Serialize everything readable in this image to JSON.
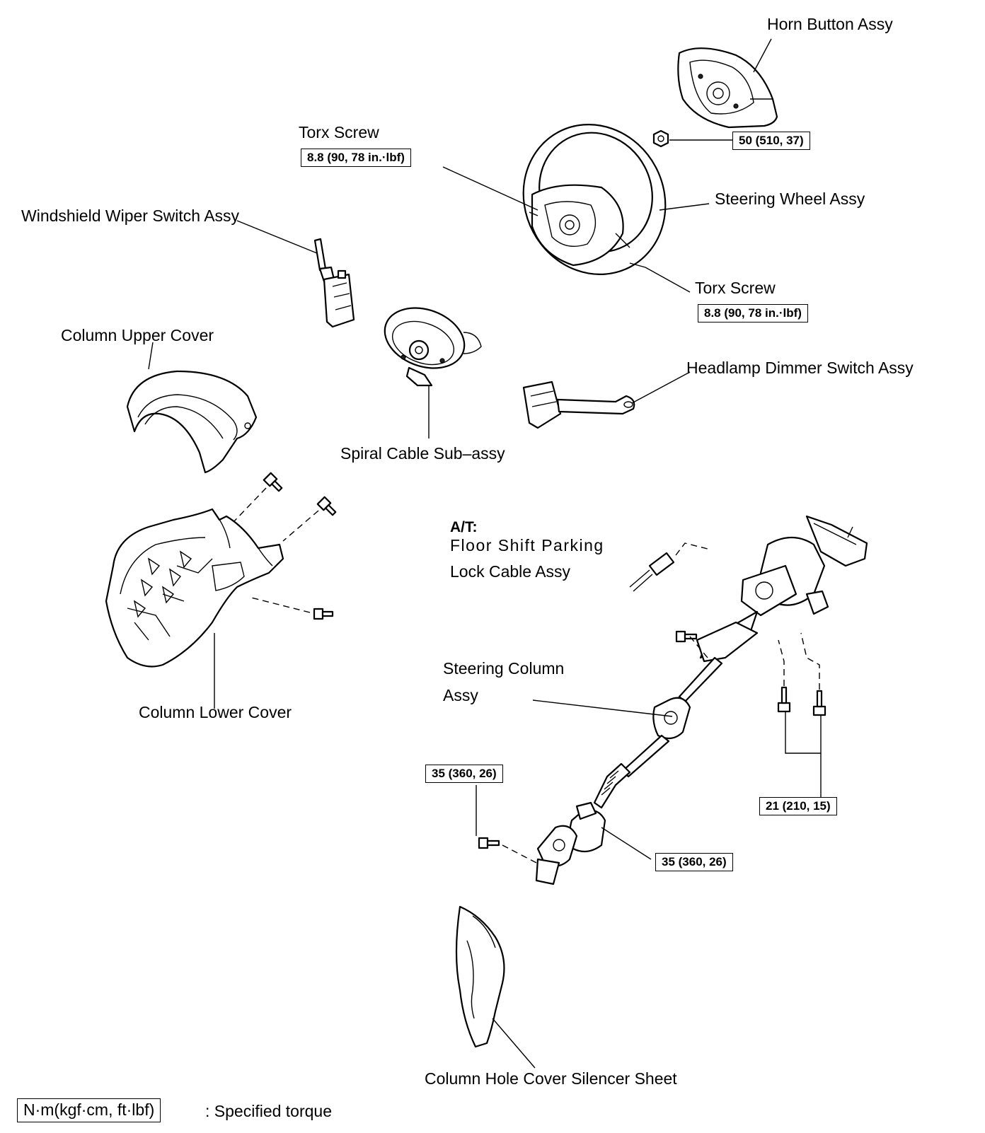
{
  "parts": {
    "horn_button": "Horn Button Assy",
    "torx_screw_upper": "Torx Screw",
    "torx_screw_lower": "Torx Screw",
    "steering_wheel": "Steering Wheel Assy",
    "wiper_switch": "Windshield Wiper Switch Assy",
    "column_upper_cover": "Column Upper Cover",
    "headlamp_switch": "Headlamp Dimmer Switch Assy",
    "spiral_cable": "Spiral Cable Sub–assy",
    "column_lower_cover": "Column Lower Cover",
    "at_prefix": "A/T:",
    "parking_lock_line1": "Floor Shift Parking",
    "parking_lock_line2": "Lock Cable Assy",
    "steering_column_line1": "Steering Column",
    "steering_column_line2": "Assy",
    "silencer_sheet": "Column Hole Cover Silencer Sheet"
  },
  "torques": {
    "horn_nut": "50 (510, 37)",
    "torx_upper": "8.8 (90, 78 in.·lbf)",
    "torx_lower": "8.8 (90, 78 in.·lbf)",
    "column_bolts": "21 (210, 15)",
    "joint_bolt": "35 (360, 26)",
    "shaft_joint": "35 (360, 26)"
  },
  "legend": {
    "units": "N·m(kgf·cm, ft·lbf)",
    "description": ": Specified torque"
  }
}
